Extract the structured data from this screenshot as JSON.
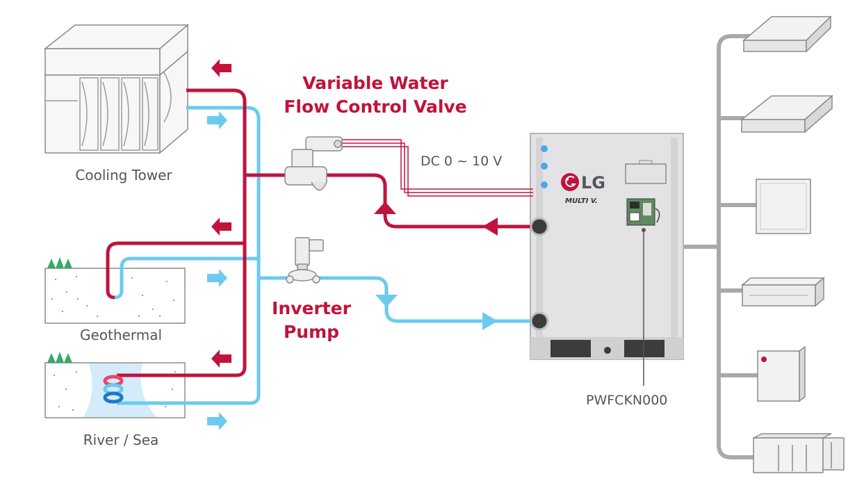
{
  "sources": {
    "cooling_tower": "Cooling Tower",
    "geothermal": "Geothermal",
    "river_sea": "River / Sea"
  },
  "valve": {
    "line1": "Variable Water",
    "line2": "Flow Control Valve"
  },
  "pump": {
    "line1": "Inverter",
    "line2": "Pump"
  },
  "signal": "DC 0 ~ 10 V",
  "unit": {
    "brand": "LG",
    "model_badge": "MULTI V."
  },
  "kit_model": "PWFCKN000",
  "colors": {
    "hot": "#c0133d",
    "cold": "#6ccaef",
    "pipe_gray": "#a9a9a9",
    "unit_body": "#e3e3e5"
  }
}
